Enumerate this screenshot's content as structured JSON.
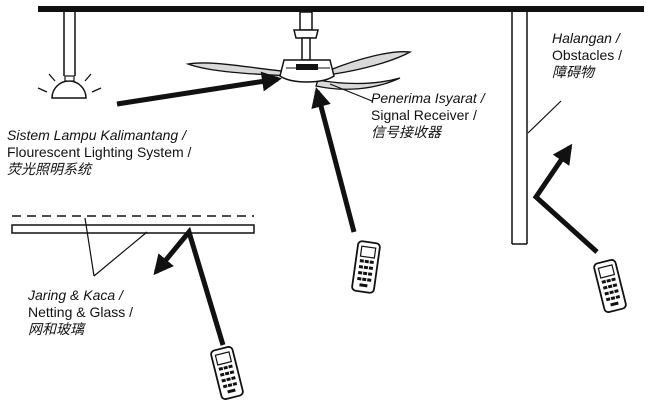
{
  "labels": {
    "lighting": {
      "malay": "Sistem Lampu Kalimantang /",
      "english": "Flourescent Lighting System /",
      "chinese": "荧光照明系统"
    },
    "receiver": {
      "malay": "Penerima Isyarat /",
      "english": "Signal Receiver /",
      "chinese": "信号接收器"
    },
    "obstacles": {
      "malay": "Halangan /",
      "english": "Obstacles /",
      "chinese": "障碍物"
    },
    "netting": {
      "malay": "Jaring & Kaca /",
      "english": "Netting & Glass /",
      "chinese": "网和玻璃"
    }
  },
  "colors": {
    "ink": "#111111",
    "paper": "#ffffff",
    "fan_gray": "#d9d9d9"
  }
}
